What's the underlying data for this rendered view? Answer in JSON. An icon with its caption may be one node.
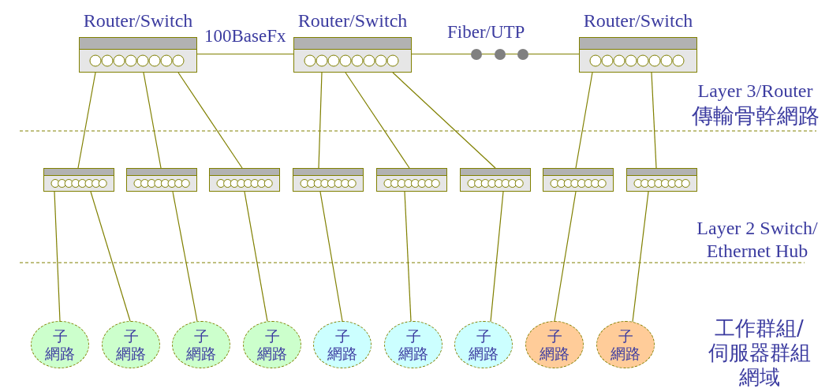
{
  "diagram": {
    "nodes": [
      {
        "text": [
          "Router/Switch"
        ]
      },
      {
        "text": [
          "Router/Switch"
        ]
      },
      {
        "text": [
          "Router/Switch"
        ]
      },
      {
        "text": [],
        "shape": "box"
      },
      {
        "text": [],
        "shape": "box"
      },
      {
        "text": [],
        "shape": "box"
      },
      {
        "text": [],
        "shape": "box"
      },
      {
        "text": [],
        "shape": "box"
      },
      {
        "text": [],
        "shape": "box"
      },
      {
        "text": [],
        "shape": "box"
      },
      {
        "text": [],
        "shape": "box"
      },
      {
        "text": [
          "子網路"
        ]
      },
      {
        "text": [
          "子網路"
        ]
      },
      {
        "text": [
          "子網路"
        ]
      },
      {
        "text": [
          "子網路"
        ]
      },
      {
        "text": [
          "子網路"
        ]
      },
      {
        "text": [
          "子網路"
        ]
      },
      {
        "text": [
          "子網路"
        ]
      },
      {
        "text": [
          "子網路"
        ]
      },
      {
        "text": [
          "子網路"
        ]
      }
    ],
    "edges": [
      {
        "from": 0,
        "to": 1,
        "arrow": "none",
        "label": "100BaseFx"
      },
      {
        "from": 1,
        "to": 2,
        "arrow": "none",
        "label": "Fiber/UTP"
      },
      {
        "from": 0,
        "to": 3,
        "arrow": "none"
      },
      {
        "from": 0,
        "to": 4,
        "arrow": "none"
      },
      {
        "from": 0,
        "to": 5,
        "arrow": "none"
      },
      {
        "from": 1,
        "to": 6,
        "arrow": "none"
      },
      {
        "from": 1,
        "to": 7,
        "arrow": "none"
      },
      {
        "from": 1,
        "to": 8,
        "arrow": "none"
      },
      {
        "from": 2,
        "to": 9,
        "arrow": "none"
      },
      {
        "from": 2,
        "to": 10,
        "arrow": "none"
      },
      {
        "from": 3,
        "to": 11,
        "arrow": "none"
      },
      {
        "from": 3,
        "to": 12,
        "arrow": "none"
      },
      {
        "from": 4,
        "to": 13,
        "arrow": "none"
      },
      {
        "from": 5,
        "to": 14,
        "arrow": "none"
      },
      {
        "from": 6,
        "to": 15,
        "arrow": "none"
      },
      {
        "from": 7,
        "to": 16,
        "arrow": "none"
      },
      {
        "from": 8,
        "to": 17,
        "arrow": "none"
      },
      {
        "from": 9,
        "to": 18,
        "arrow": "none"
      },
      {
        "from": 10,
        "to": 19,
        "arrow": "none"
      }
    ],
    "labels": [
      "Layer 3/Router",
      "傳輸骨幹網路",
      "Layer 2 Switch/ Ethernet Hub",
      "工作群組/伺服器群組網域"
    ]
  }
}
